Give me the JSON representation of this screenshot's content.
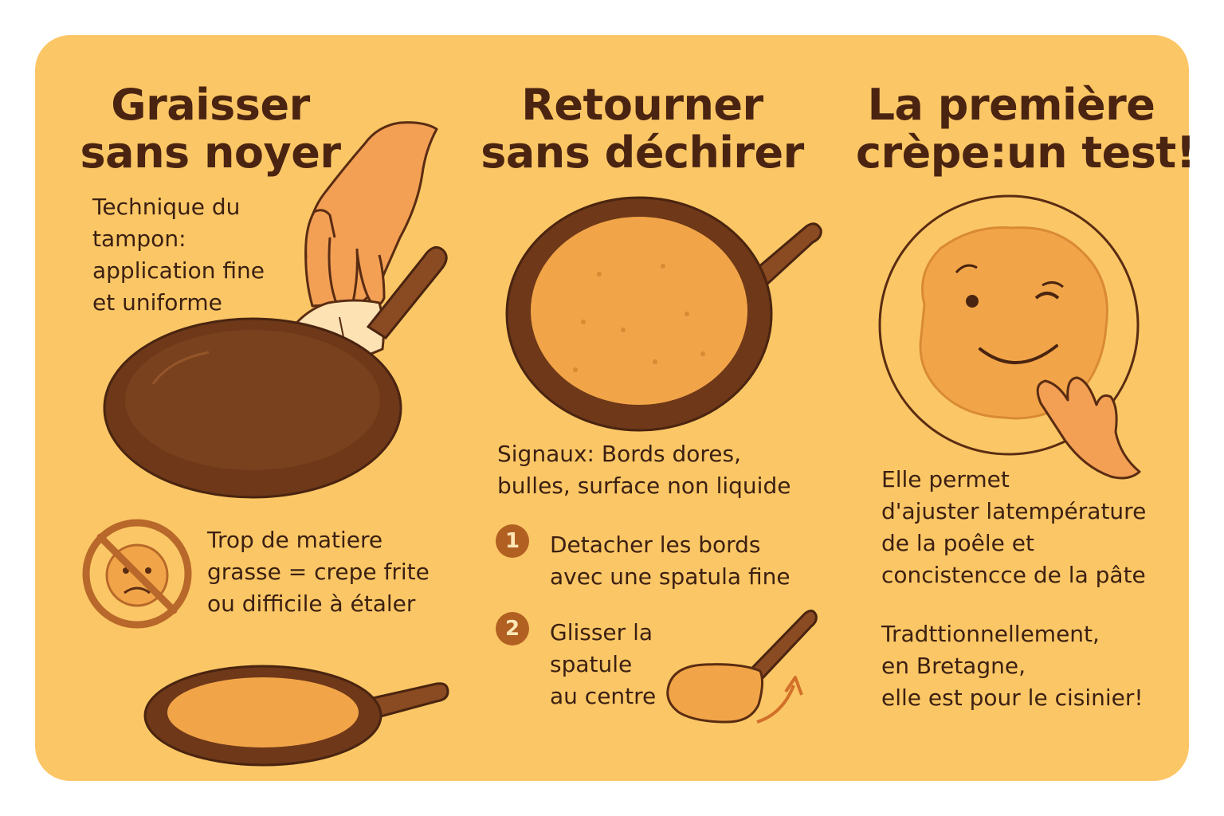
{
  "sections": {
    "grease": {
      "title": [
        "Graisser",
        "sans noyer"
      ],
      "technique": [
        "Technique du",
        "tampon:",
        "application fine",
        "et uniforme"
      ],
      "warning": [
        "Trop de matiere",
        "grasse = crepe frite",
        "ou difficile à étaler"
      ]
    },
    "flip": {
      "title": [
        "Retourner",
        "sans déchirer"
      ],
      "signals": [
        "Signaux: Bords dores,",
        "bulles, surface non liquide"
      ],
      "steps": [
        {
          "number": "1",
          "lines": [
            "Detacher les bords",
            "avec une spatula fine"
          ]
        },
        {
          "number": "2",
          "lines": [
            "Glisser la",
            "spatule",
            "au centre"
          ]
        }
      ]
    },
    "first": {
      "title": [
        "La première",
        "crèpe:un test!"
      ],
      "purpose": [
        "Elle permet",
        "d'ajuster latempérature",
        "de la poêle et",
        "concistencce de la pâte"
      ],
      "tradition": [
        "Tradttionnellement,",
        "en Bretagne,",
        "elle est pour le cisinier!"
      ]
    }
  },
  "icons": {
    "hand_pad": "hand-pad-icon",
    "oiled_pan": "greased-pan-icon",
    "no_sad_face": "no-sad-face-icon",
    "fried_pan": "fried-crepe-pan-icon",
    "crepe_pan": "crepe-in-pan-icon",
    "spatula": "spatula-icon",
    "winking_crepe": "winking-crepe-plate-icon"
  },
  "colors": {
    "background": "#fbc766",
    "text": "#4a2410",
    "pan": "#6b3618",
    "crepe": "#f2a548",
    "badge": "#b26022"
  }
}
